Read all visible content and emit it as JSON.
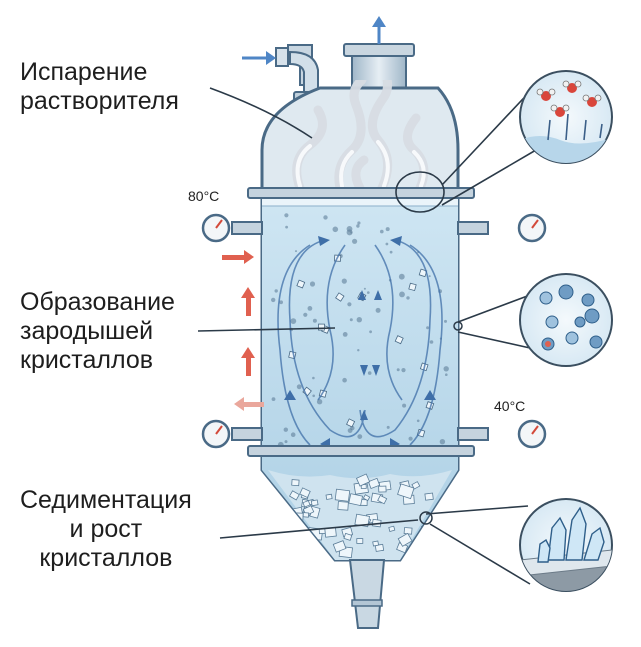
{
  "labels": {
    "evaporation": [
      "Испарение",
      "растворителя"
    ],
    "nucleation": [
      "Образование",
      "зародышей",
      "кристаллов"
    ],
    "sedimentation": [
      "Седиментация",
      "и рост",
      "кристаллов"
    ]
  },
  "temperatures": {
    "top": "80°C",
    "bottom": "40°C"
  },
  "colors": {
    "liquid": "#b9d8ea",
    "vessel_outline": "#4a6a86",
    "steam": "#e9eef2",
    "heat_arrow": "#e0604f",
    "flow_arrow": "#3f6fa8",
    "crystal": "#dfeef7"
  },
  "icons": [
    "inlet-arrow-icon",
    "outlet-arrow-icon",
    "thermometer-gauge-icon",
    "heat-arrow-icon",
    "molecule-icon",
    "crystal-cluster-icon"
  ]
}
